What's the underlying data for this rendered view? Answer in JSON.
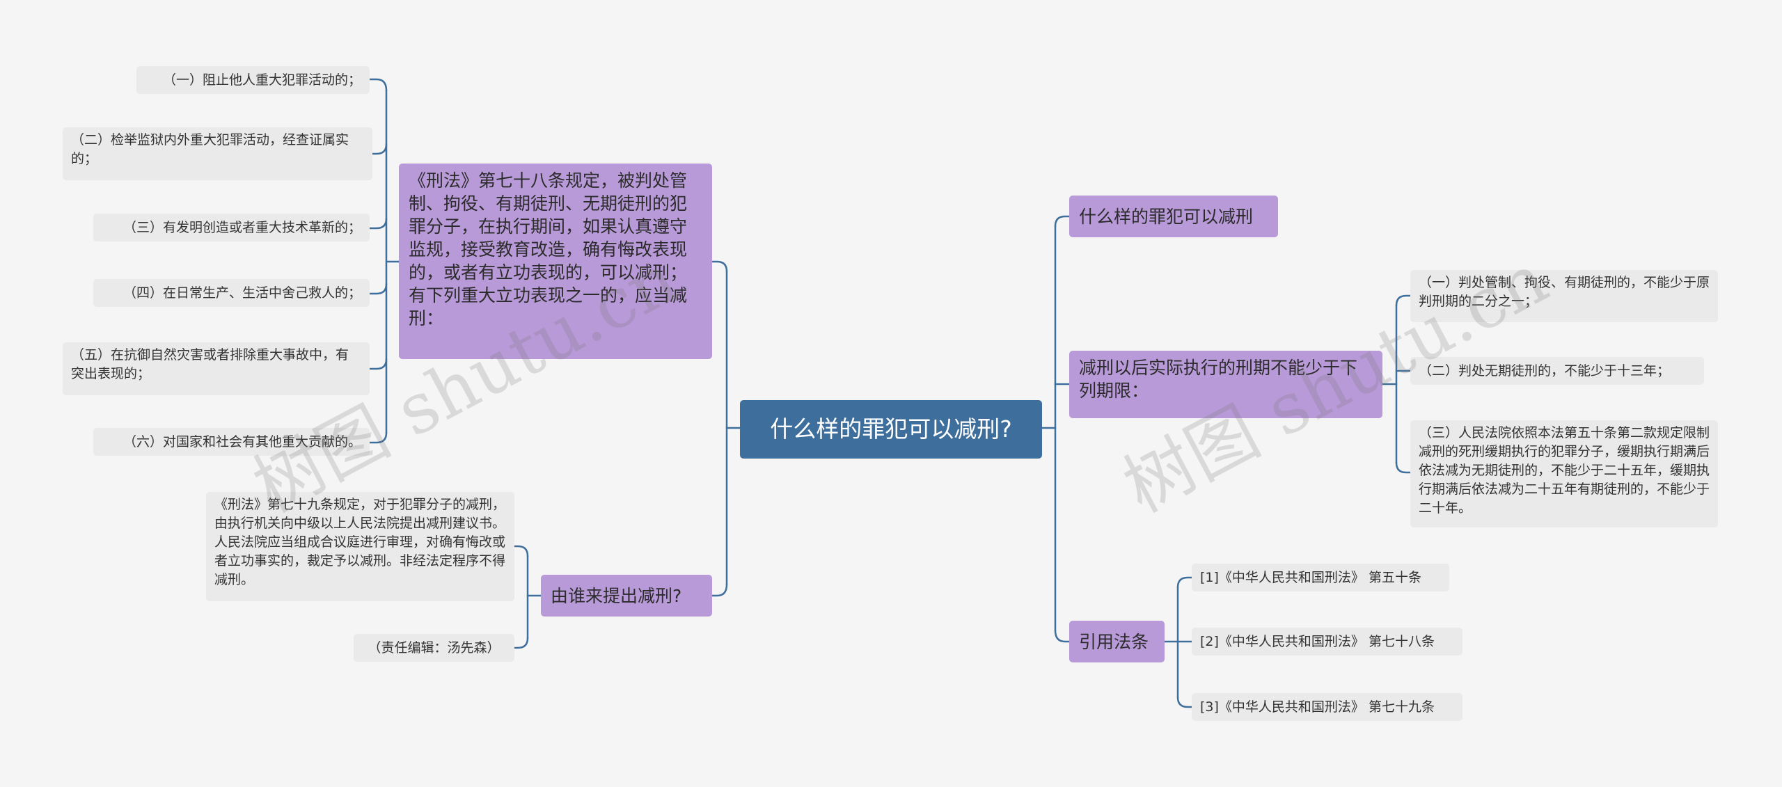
{
  "root": {
    "text": "什么样的罪犯可以减刑?"
  },
  "left": {
    "law78": {
      "text": "《刑法》第七十八条规定，被判处管制、拘役、有期徒刑、无期徒刑的犯罪分子，在执行期间，如果认真遵守监规，接受教育改造，确有悔改表现的，或者有立功表现的，可以减刑；有下列重大立功表现之一的，应当减刑：",
      "items": [
        "（一）阻止他人重大犯罪活动的；",
        "（二）检举监狱内外重大犯罪活动，经查证属实的；",
        "（三）有发明创造或者重大技术革新的；",
        "（四）在日常生产、生活中舍己救人的；",
        "（五）在抗御自然灾害或者排除重大事故中，有突出表现的；",
        "（六）对国家和社会有其他重大贡献的。"
      ]
    },
    "who": {
      "text": "由谁来提出减刑?",
      "items": [
        "《刑法》第七十九条规定，对于犯罪分子的减刑，由执行机关向中级以上人民法院提出减刑建议书。人民法院应当组成合议庭进行审理，对确有悔改或者立功事实的，裁定予以减刑。非经法定程序不得减刑。",
        "（责任编辑：汤先森）"
      ]
    }
  },
  "right": {
    "what": {
      "text": "什么样的罪犯可以减刑"
    },
    "limit": {
      "text": "减刑以后实际执行的刑期不能少于下列期限：",
      "items": [
        "（一）判处管制、拘役、有期徒刑的，不能少于原判刑期的二分之一；",
        "（二）判处无期徒刑的，不能少于十三年；",
        "（三）人民法院依照本法第五十条第二款规定限制减刑的死刑缓期执行的犯罪分子，缓期执行期满后依法减为无期徒刑的，不能少于二十五年，缓期执行期满后依法减为二十五年有期徒刑的，不能少于二十年。"
      ]
    },
    "refs": {
      "text": "引用法条",
      "items": [
        "[1]《中华人民共和国刑法》 第五十条",
        "[2]《中华人民共和国刑法》 第七十八条",
        "[3]《中华人民共和国刑法》 第七十九条"
      ]
    }
  },
  "watermarks": [
    "树图 shutu.cn",
    "树图 shutu.cn"
  ],
  "colors": {
    "background": "#f5f5f5",
    "root": "#3e6f9c",
    "branch": "#b89ad8",
    "leaf": "#eaeaea",
    "connector": "#3e6f9c"
  }
}
